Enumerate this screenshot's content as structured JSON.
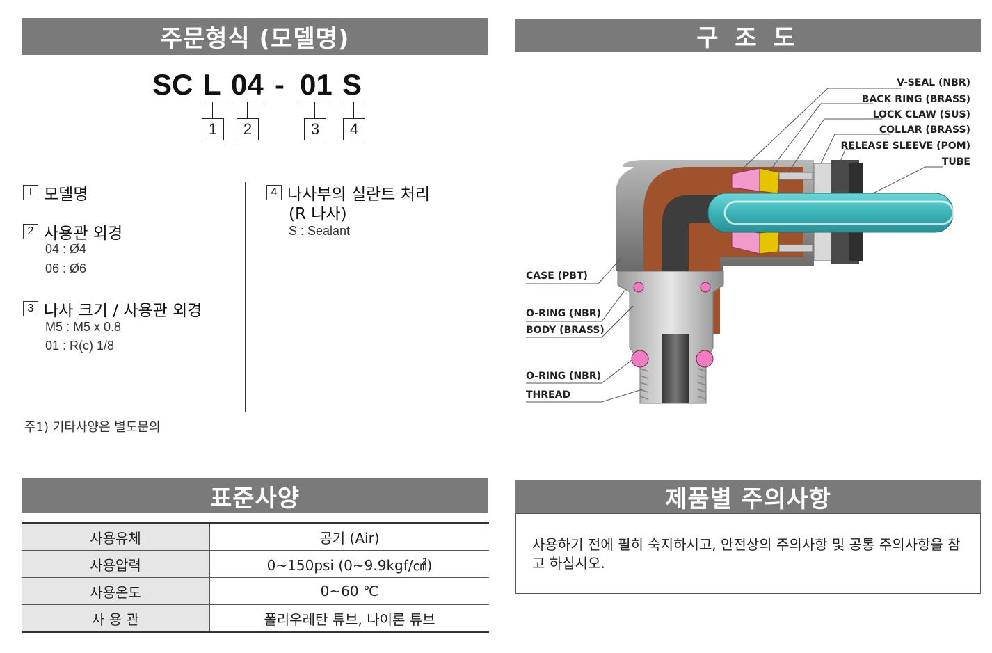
{
  "order_form": {
    "header": "주문형식 (모델명)",
    "model_code": {
      "prefix": "SC",
      "part1": "L",
      "part2": "04",
      "dash": "-",
      "part3": "01",
      "part4": "S"
    },
    "positions": [
      "1",
      "2",
      "3",
      "4"
    ],
    "items": [
      {
        "num": "I",
        "title": "모델명",
        "options": []
      },
      {
        "num": "2",
        "title": "사용관 외경",
        "options": [
          "04 : Ø4",
          "06 : Ø6"
        ]
      },
      {
        "num": "3",
        "title": "나사 크기 / 사용관 외경",
        "options": [
          "M5 : M5 x 0.8",
          "01 : R(c) 1/8"
        ]
      },
      {
        "num": "4",
        "title": "나사부의 실란트 처리",
        "title2": "(R 나사)",
        "options": [
          "S : Sealant"
        ]
      }
    ],
    "note": "주1) 기타사양은 별도문의"
  },
  "structure": {
    "header": "구 조 도",
    "labels_right": [
      "V-SEAL (NBR)",
      "BACK RING (BRASS)",
      "LOCK CLAW (SUS)",
      "COLLAR (BRASS)",
      "RELEASE SLEEVE (POM)",
      "TUBE"
    ],
    "labels_left": [
      "CASE (PBT)",
      "O-RING (NBR)",
      "BODY (BRASS)",
      "O-RING (NBR)",
      "THREAD"
    ]
  },
  "spec": {
    "header": "표준사양",
    "rows": [
      {
        "key": "사용유체",
        "value": "공기 (Air)"
      },
      {
        "key": "사용압력",
        "value": "0~150psi (0~9.9kgf/㎠)"
      },
      {
        "key": "사용온도",
        "value": "0~60 ℃"
      },
      {
        "key": "사 용 관",
        "value": "폴리우레탄 튜브, 나이론 튜브"
      }
    ]
  },
  "caution": {
    "header": "제품별 주의사항",
    "text": "사용하기 전에 필히 숙지하시고, 안전상의 주의사항 및 공통 주의사항을 참고 하십시오."
  }
}
